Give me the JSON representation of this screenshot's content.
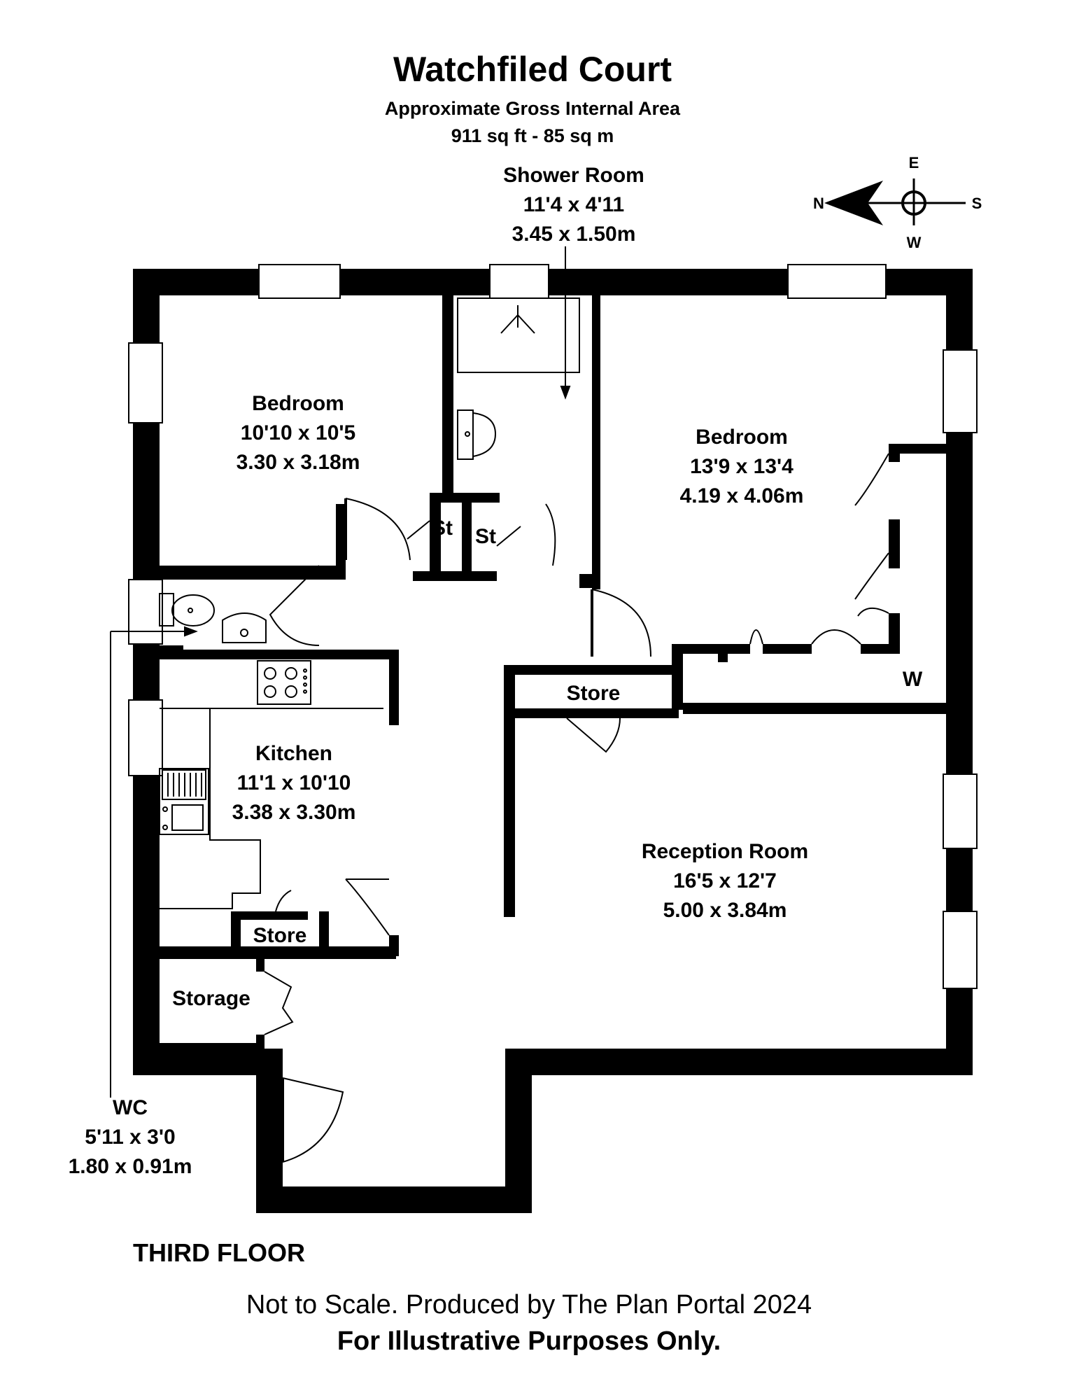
{
  "header": {
    "title": "Watchfiled Court",
    "subtitle": "Approximate Gross Internal Area",
    "area": "911 sq ft - 85 sq m"
  },
  "compass": {
    "n": "N",
    "s": "S",
    "e": "E",
    "w": "W"
  },
  "rooms": {
    "shower_room": {
      "name": "Shower Room",
      "imperial": "11'4 x 4'11",
      "metric": "3.45 x 1.50m"
    },
    "bedroom_1": {
      "name": "Bedroom",
      "imperial": "10'10 x 10'5",
      "metric": "3.30 x 3.18m"
    },
    "bedroom_2": {
      "name": "Bedroom",
      "imperial": "13'9 x 13'4",
      "metric": "4.19 x 4.06m"
    },
    "kitchen": {
      "name": "Kitchen",
      "imperial": "11'1 x 10'10",
      "metric": "3.38 x 3.30m"
    },
    "reception": {
      "name": "Reception Room",
      "imperial": "16'5 x 12'7",
      "metric": "5.00 x 3.84m"
    },
    "wc": {
      "name": "WC",
      "imperial": "5'11 x 3'0",
      "metric": "1.80 x 0.91m"
    }
  },
  "small_labels": {
    "st_1": "St",
    "st_2": "St",
    "store_bedroom": "Store",
    "store_kitchen": "Store",
    "storage": "Storage",
    "wardrobe": "W"
  },
  "footer": {
    "floor": "THIRD FLOOR",
    "disclaimer": "Not to Scale. Produced by The Plan Portal 2024",
    "notice": "For Illustrative Purposes Only."
  }
}
